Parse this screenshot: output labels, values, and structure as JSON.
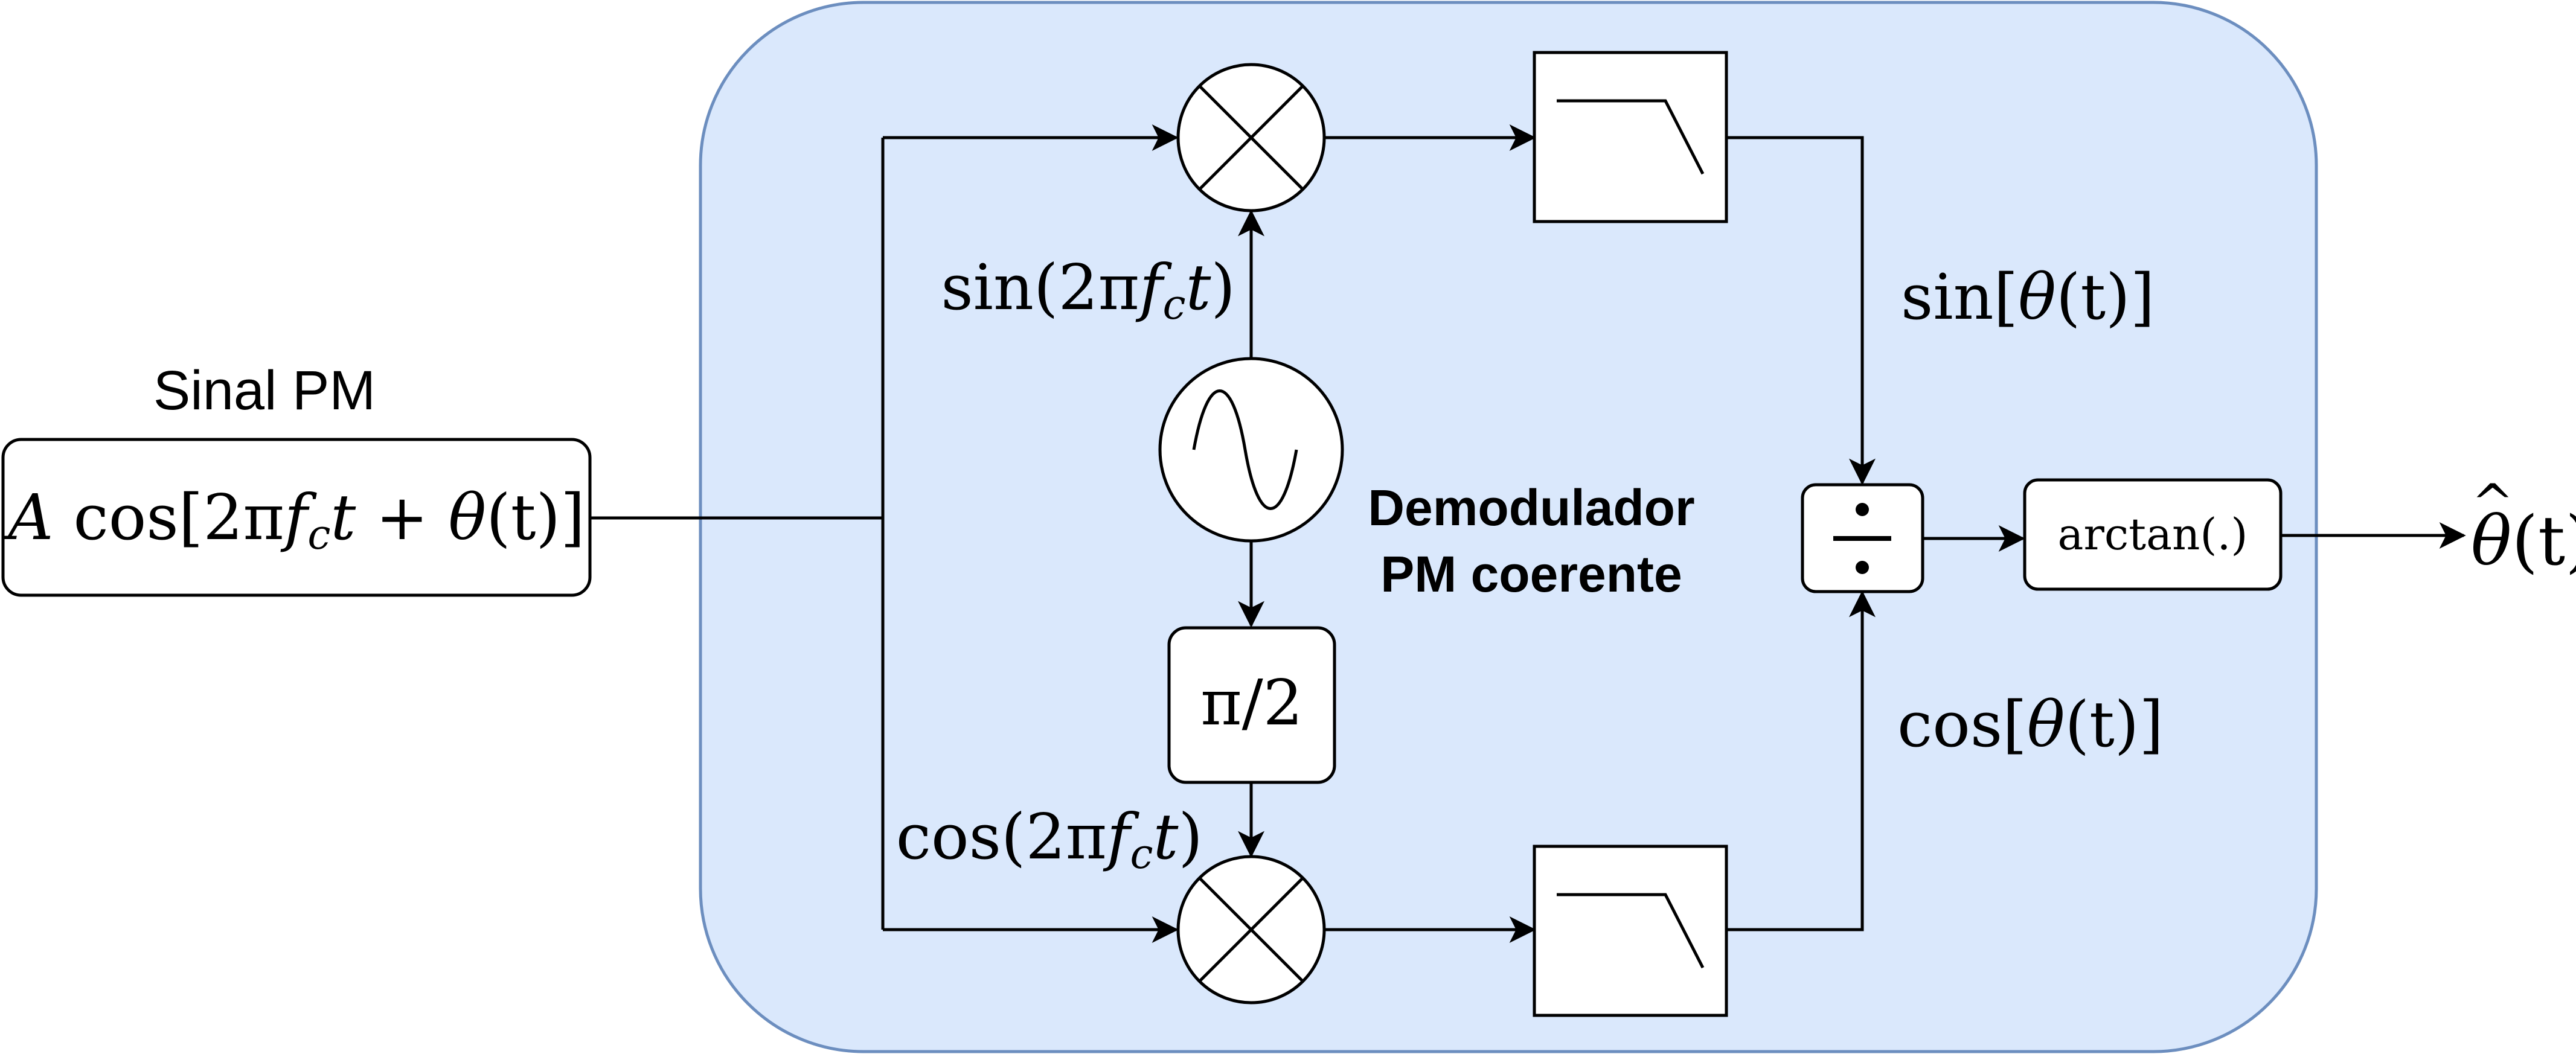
{
  "input_label": "Sinal PM",
  "input_signal": {
    "A": "A",
    "cos": "cos",
    "open": "[2π",
    "f": "f",
    "c": "c",
    "t": "t",
    "plus": " + ",
    "theta": "θ",
    "t_paren": "(t)]"
  },
  "block_title_line1": "Demodulador",
  "block_title_line2": "PM coerente",
  "sin_carrier": {
    "fn": "sin(2π",
    "f": "f",
    "c": "c",
    "t": "t",
    "close": ")"
  },
  "cos_carrier": {
    "fn": "cos(2π",
    "f": "f",
    "c": "c",
    "t": "t",
    "close": ")"
  },
  "phase_shift": "π/2",
  "sin_theta": {
    "fn": "sin[",
    "theta": "θ",
    "rest": "(t)]"
  },
  "cos_theta": {
    "fn": "cos[",
    "theta": "θ",
    "rest": "(t)]"
  },
  "divider_symbol": "÷",
  "arctan_label": "arctan(.)",
  "output": {
    "theta": "θ",
    "hat": "^",
    "rest": "(t)"
  },
  "colors": {
    "block_fill": "#dae8fc",
    "block_stroke": "#6c8ebf",
    "line": "#000000"
  }
}
